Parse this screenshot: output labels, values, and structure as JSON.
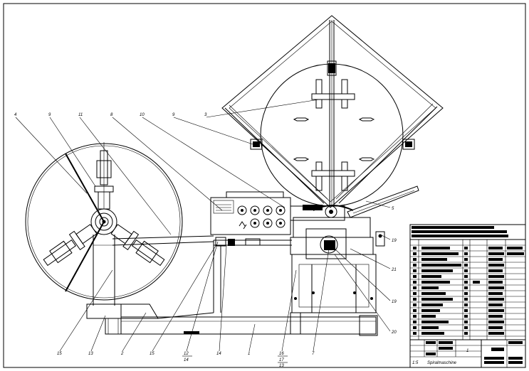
{
  "labels": {
    "l4": "4",
    "l9a": "9",
    "l11": "11",
    "l8": "8",
    "l10": "10",
    "l9b": "9",
    "l3": "3",
    "l5": "5",
    "l19a": "19",
    "l21": "21",
    "l19b": "19",
    "l20": "20",
    "l15a": "15",
    "l13a": "13",
    "l2": "2",
    "l15b": "15",
    "l12": "12",
    "l14a": "14",
    "l14b": "14",
    "l1": "1",
    "l16": "16",
    "l17": "17",
    "l13b": "13",
    "l7": "7"
  },
  "title_block": {
    "scale": "1:5",
    "name": "Spiralmaschine",
    "sheet": "1"
  }
}
